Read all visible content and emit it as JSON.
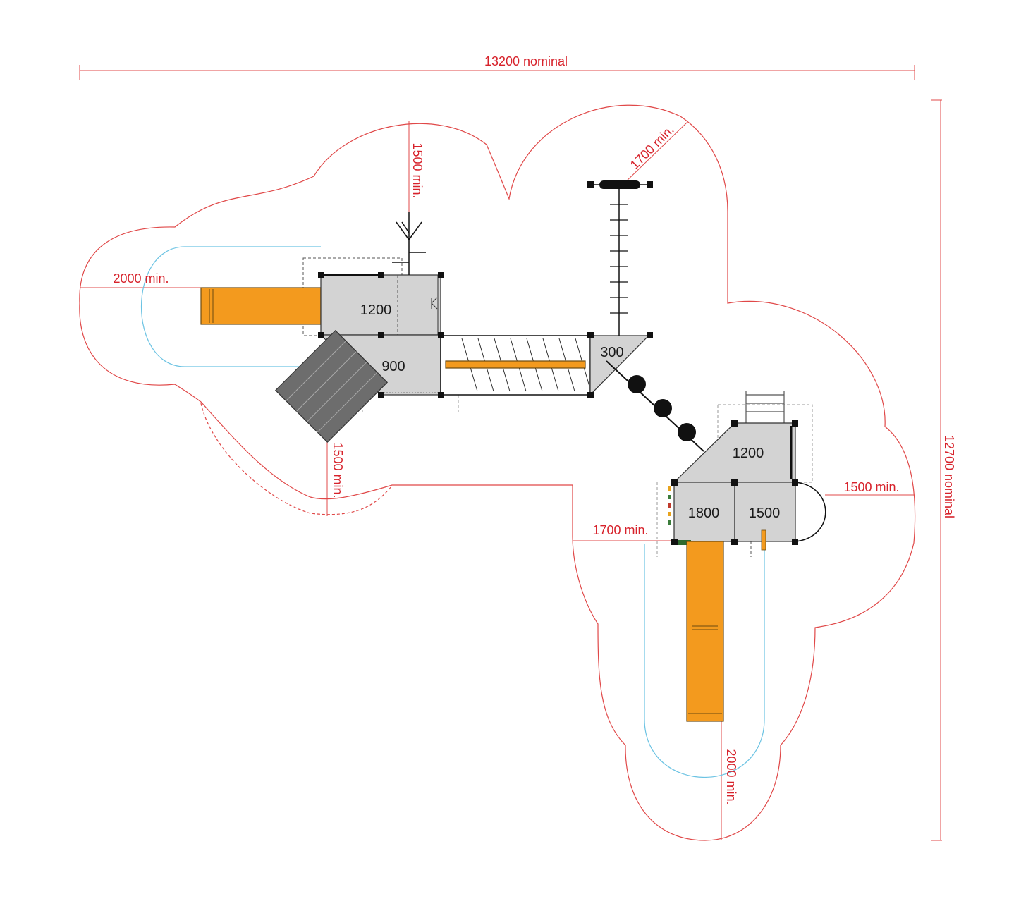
{
  "dimensions": {
    "overall_width": "13200 nominal",
    "overall_depth": "12700 nominal",
    "left_slide_clearance": "2000 min.",
    "top_clearance": "1500 min.",
    "top_right_clearance": "1700 min.",
    "bottom_left_clearance": "1500 min.",
    "right_clearance": "1500 min.",
    "mid_clearance": "1700 min.",
    "bottom_slide_clearance": "2000 min."
  },
  "decks": {
    "deck_upper_left": "1200",
    "deck_left_lower": "900",
    "deck_triangle": "300",
    "deck_right_upper": "1200",
    "deck_right_left": "1800",
    "deck_right_right": "1500"
  },
  "colors": {
    "safety_zone": "#e04848",
    "dimension_text": "#d7222b",
    "slide_exit_zone": "#6cc3e3",
    "slide": "#f39a1e",
    "deck": "#d3d3d3",
    "ramp": "#6d6d6d"
  }
}
